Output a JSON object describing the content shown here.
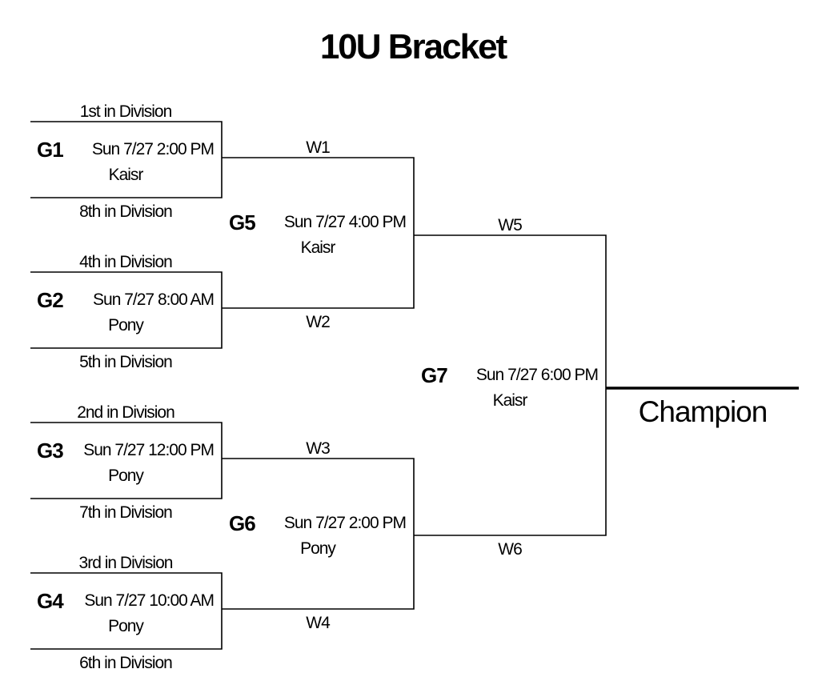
{
  "title": "10U Bracket",
  "champion_label": "Champion",
  "games": {
    "g1": {
      "id": "G1",
      "time": "Sun 7/27  2:00 PM",
      "venue": "Kaisr",
      "top": "1st in Division",
      "bottom": "8th in Division"
    },
    "g2": {
      "id": "G2",
      "time": "Sun 7/27  8:00 AM",
      "venue": "Pony",
      "top": "4th in Division",
      "bottom": "5th in Division"
    },
    "g3": {
      "id": "G3",
      "time": "Sun 7/27  12:00 PM",
      "venue": "Pony",
      "top": "2nd in Division",
      "bottom": "7th in Division"
    },
    "g4": {
      "id": "G4",
      "time": "Sun 7/27  10:00 AM",
      "venue": "Pony",
      "top": "3rd in Division",
      "bottom": "6th in Division"
    },
    "g5": {
      "id": "G5",
      "time": "Sun 7/27  4:00 PM",
      "venue": "Kaisr",
      "top": "W1",
      "bottom": "W2"
    },
    "g6": {
      "id": "G6",
      "time": "Sun 7/27  2:00 PM",
      "venue": "Pony",
      "top": "W3",
      "bottom": "W4"
    },
    "g7": {
      "id": "G7",
      "time": "Sun 7/27  6:00 PM",
      "venue": "Kaisr",
      "top": "W5",
      "bottom": "W6"
    }
  }
}
